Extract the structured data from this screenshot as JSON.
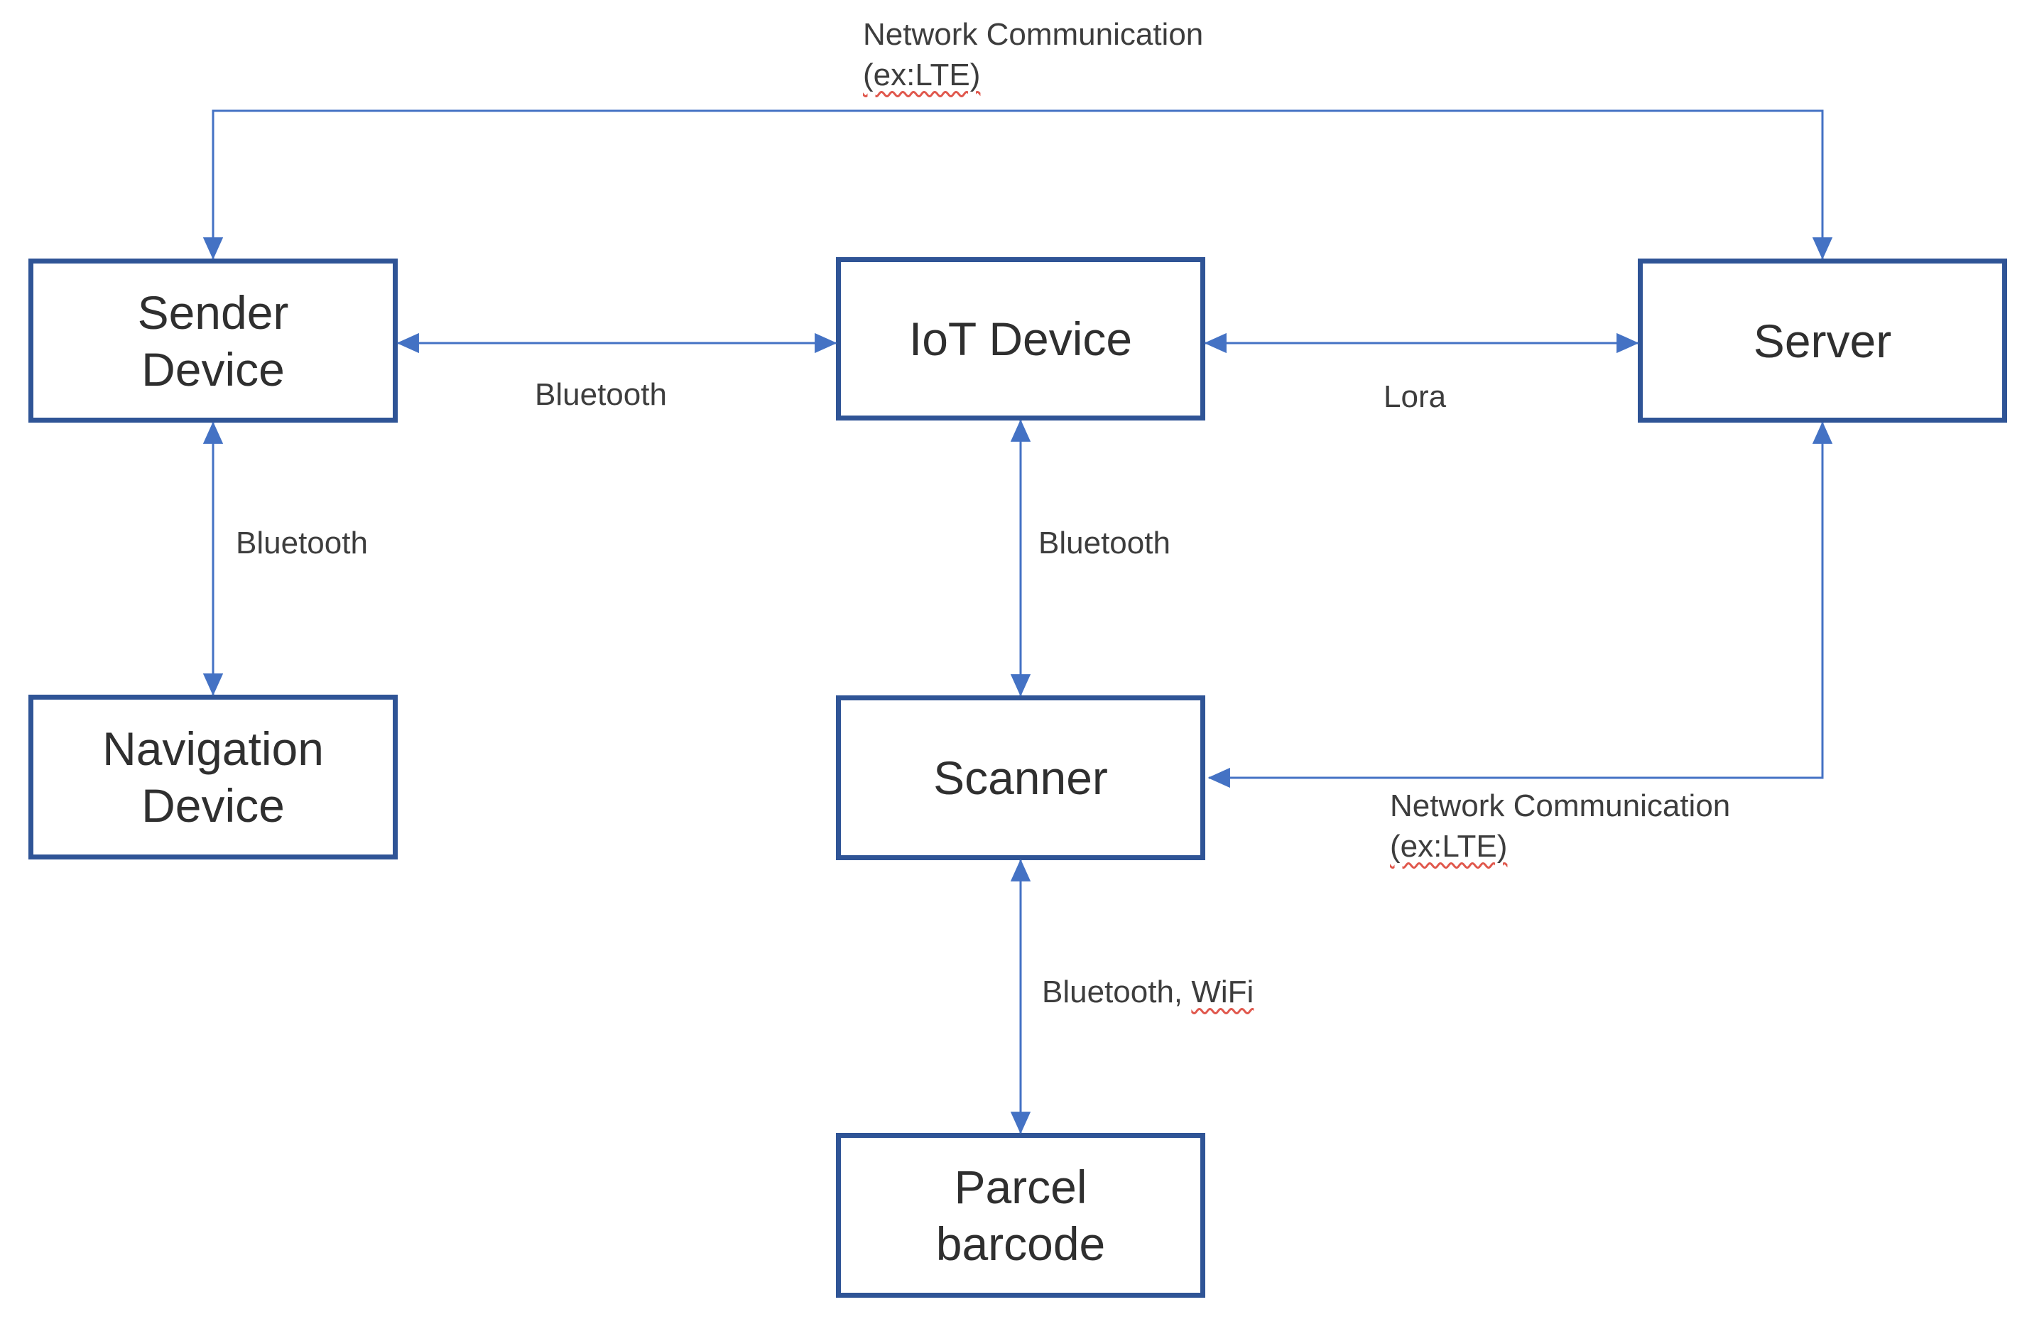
{
  "colors": {
    "background": "#ffffff",
    "box_border": "#2f5496",
    "connector": "#4472c4",
    "node_text": "#2f2f2f",
    "label_text": "#3d3d3d",
    "spellcheck": "#e0584d"
  },
  "nodes": {
    "sender": {
      "label": "Sender\nDevice"
    },
    "iot": {
      "label": "IoT Device"
    },
    "server": {
      "label": "Server"
    },
    "navigation": {
      "label": "Navigation\nDevice"
    },
    "scanner": {
      "label": "Scanner"
    },
    "parcel": {
      "label": "Parcel\nbarcode"
    }
  },
  "edges": {
    "net_top": {
      "line1": "Network Communication",
      "line2": "(ex:LTE)"
    },
    "bt_sender_iot": {
      "label": "Bluetooth"
    },
    "lora": {
      "label": "Lora"
    },
    "bt_sender_nav": {
      "label": "Bluetooth"
    },
    "bt_iot_scanner": {
      "label": "Bluetooth"
    },
    "net_server_scanner": {
      "line1": "Network Communication",
      "line2": "(ex:LTE)"
    },
    "bt_wifi": {
      "prefix": "Bluetooth, ",
      "flagged": "WiFi"
    }
  }
}
